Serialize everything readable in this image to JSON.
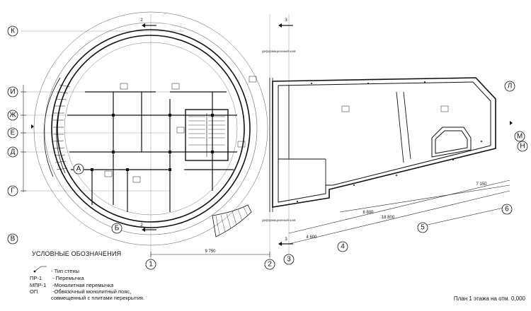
{
  "row_axes": [
    "К",
    "И",
    "Ж",
    "Е",
    "Д",
    "Г",
    "В",
    "А",
    "Б",
    "Л",
    "М",
    "Н"
  ],
  "col_axes": [
    "1",
    "2",
    "3",
    "4",
    "5",
    "6"
  ],
  "section_marks": [
    "2",
    "3"
  ],
  "deformation_joint": "деформационный шов",
  "dimensions": {
    "bottom_main": "9 750",
    "right_1": "7 150",
    "right_2": "6 800",
    "right_3": "18 800",
    "right_4": "4 600"
  },
  "legend": {
    "title": "УСЛОВНЫЕ ОБОЗНАЧЕНИЯ",
    "items": [
      {
        "symbol": "",
        "text": "- Тип стены"
      },
      {
        "symbol": "ПР-1",
        "text": "- Перемычка"
      },
      {
        "symbol": "МПР-1",
        "text": "-Монолитная перемычка"
      },
      {
        "symbol": "ОП",
        "text": "-Обвязочный монолитный пояс,"
      },
      {
        "symbol": "",
        "text": "совмещенный с плитами перекрытия."
      }
    ]
  },
  "caption": "План 1 этажа на отм. 0,000"
}
